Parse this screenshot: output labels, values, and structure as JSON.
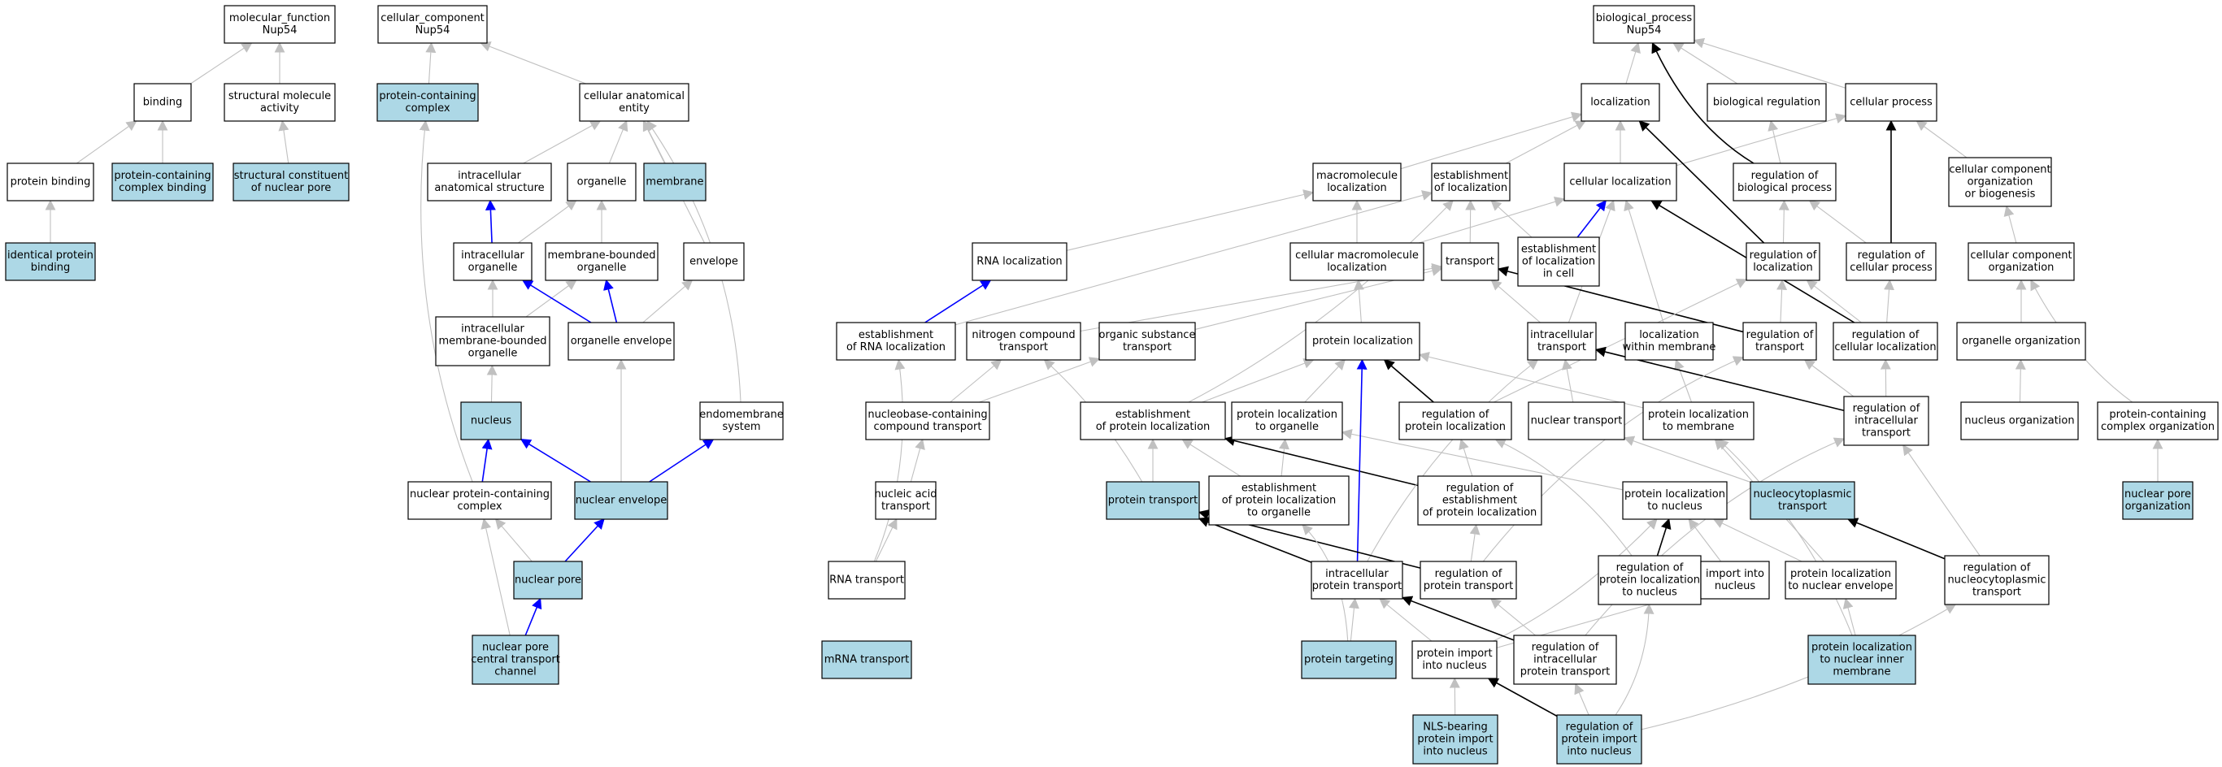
{
  "graph": {
    "colors": {
      "highlight_fill": "#add8e6",
      "node_fill": "#ffffff",
      "node_stroke": "#000000",
      "edge_gray": "#c0c0c0",
      "edge_black": "#000000",
      "edge_blue": "#0000ff"
    },
    "nodes": {
      "mf": "molecular_function\nNup54",
      "binding": "binding",
      "sma": "structural molecule\nactivity",
      "pbind": "protein binding",
      "pcb": "protein-containing\ncomplex binding",
      "scnp": "structural constituent\nof nuclear pore",
      "ipb": "identical protein\nbinding",
      "cc": "cellular_component\nNup54",
      "pcc": "protein-containing\ncomplex",
      "cae": "cellular anatomical\nentity",
      "ias": "intracellular\nanatomical structure",
      "organelle": "organelle",
      "membrane": "membrane",
      "io": "intracellular\norganelle",
      "mbo": "membrane-bounded\norganelle",
      "envelope": "envelope",
      "imbo": "intracellular\nmembrane-bounded\norganelle",
      "oenv": "organelle envelope",
      "nucleus": "nucleus",
      "endo": "endomembrane\nsystem",
      "npcc": "nuclear protein-containing\ncomplex",
      "nenv": "nuclear envelope",
      "npore": "nuclear pore",
      "npctc": "nuclear pore\ncentral transport\nchannel",
      "bp": "biological_process\nNup54",
      "loc": "localization",
      "breg": "biological regulation",
      "cproc": "cellular process",
      "mloc": "macromolecule\nlocalization",
      "eloc": "establishment\nof localization",
      "cloc": "cellular localization",
      "rbp": "regulation of\nbiological process",
      "ccob": "cellular component\norganization\nor biogenesis",
      "rnaloc": "RNA localization",
      "cmloc": "cellular macromolecule\nlocalization",
      "transport": "transport",
      "elic": "establishment\nof localization\nin cell",
      "rloc": "regulation of\nlocalization",
      "rcp": "regulation of\ncellular process",
      "cco": "cellular component\norganization",
      "erna": "establishment\nof RNA localization",
      "nct": "nitrogen compound\ntransport",
      "ost": "organic substance\ntransport",
      "ploc": "protein localization",
      "itrans": "intracellular\ntransport",
      "lwm": "localization\nwithin membrane",
      "rtrans": "regulation of\ntransport",
      "rcl": "regulation of\ncellular localization",
      "oorg": "organelle organization",
      "ncct": "nucleobase-containing\ncompound transport",
      "eploc": "establishment\nof protein localization",
      "plo": "protein localization\nto organelle",
      "rpl": "regulation of\nprotein localization",
      "ntrans": "nuclear transport",
      "plm": "protein localization\nto membrane",
      "rit": "regulation of\nintracellular\ntransport",
      "norg": "nucleus organization",
      "pcco": "protein-containing\ncomplex organization",
      "nat": "nucleic acid\ntransport",
      "ptrans": "protein transport",
      "eplo": "establishment\nof protein localization\nto organelle",
      "repl": "regulation of\nestablishment\nof protein localization",
      "pln": "protein localization\nto nucleus",
      "nctrans": "nucleocytoplasmic\ntransport",
      "npo": "nuclear pore\norganization",
      "rnat": "RNA transport",
      "ipt": "intracellular\nprotein transport",
      "rpt": "regulation of\nprotein transport",
      "rpln": "regulation of\nprotein localization\nto nucleus",
      "iin": "import into\nnucleus",
      "plne": "protein localization\nto nuclear envelope",
      "rnct": "regulation of\nnucleocytoplasmic\ntransport",
      "mrna": "mRNA transport",
      "ptarg": "protein targeting",
      "pin": "protein import\ninto nucleus",
      "ript": "regulation of\nintracellular\nprotein transport",
      "plnim": "protein localization\nto nuclear inner\nmembrane",
      "nbpin": "NLS-bearing\nprotein import\ninto nucleus",
      "rpin": "regulation of\nprotein import\ninto nucleus"
    }
  }
}
